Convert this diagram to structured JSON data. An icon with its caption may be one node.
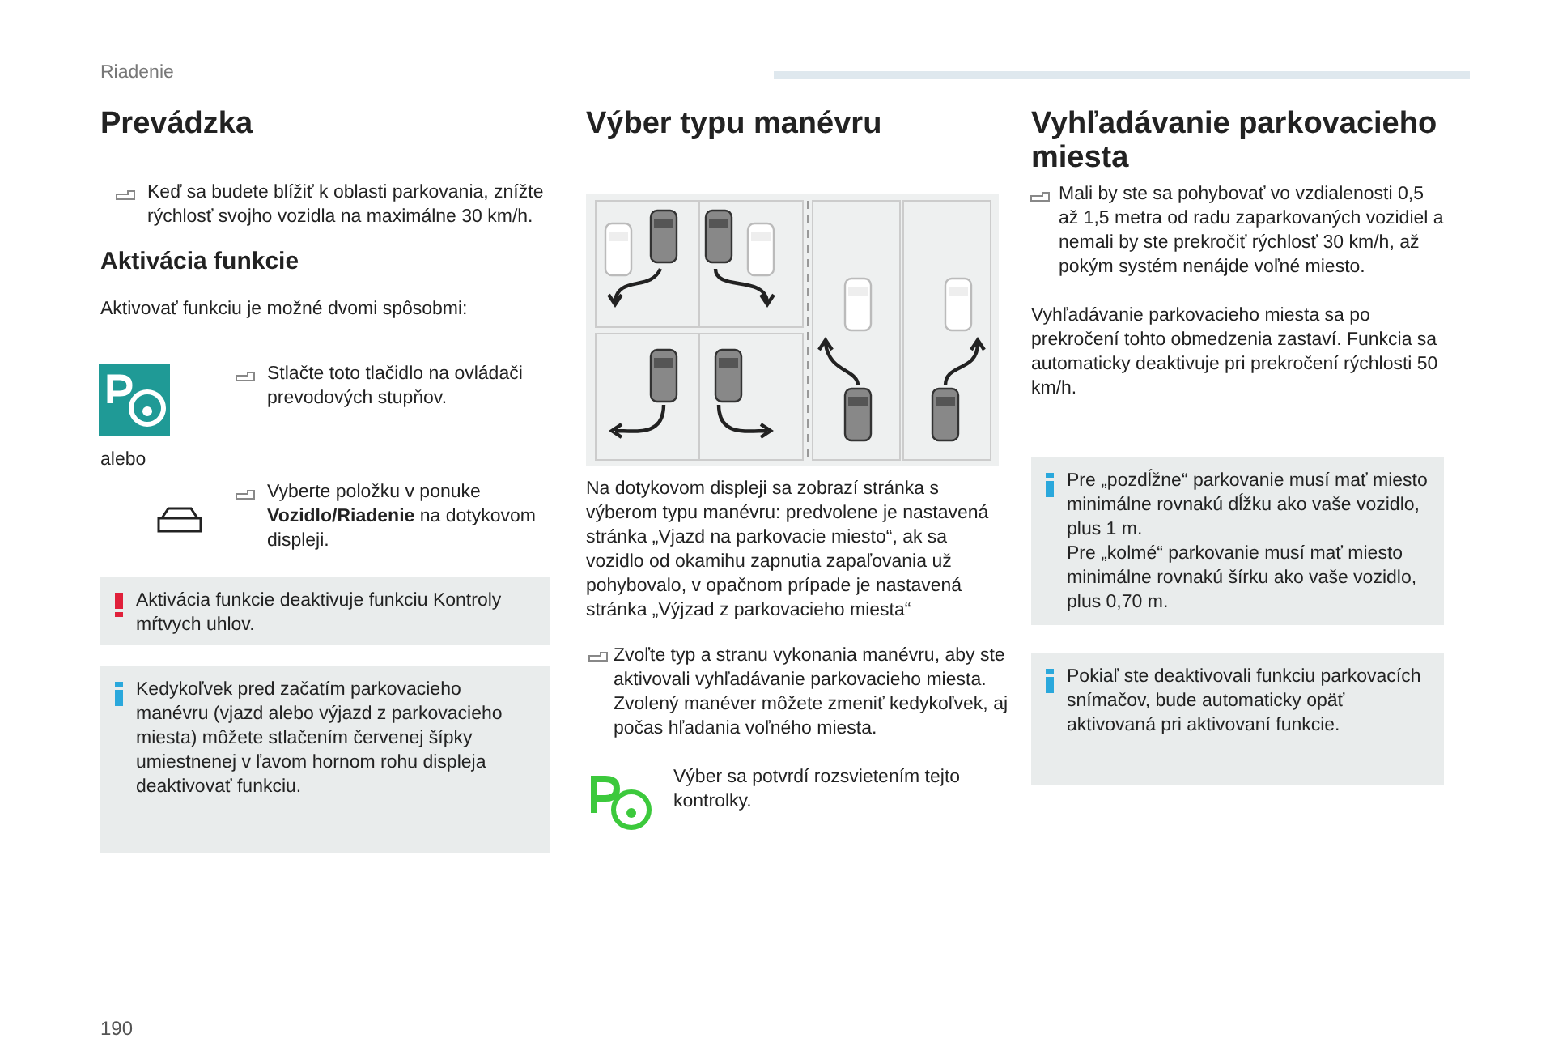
{
  "diagram": {
    "nodes": [
      {
        "text": [
          "Aktivácia funkcie deaktivuje funkciu Kontroly mŕtvych uhlov."
        ]
      },
      {
        "text": [
          "Kedykoľvek pred začatím parkovacieho manévru (vjazd alebo výjazd z parkovacieho miesta) môžete stlačením červenej šípky umiestnenej v ľavom hornom rohu displeja deaktivovať funkciu."
        ]
      },
      {
        "text": [
          "Pre „pozdĺžne“ parkovanie musí mať miesto minimálne rovnakú dĺžku ako vaše vozidlo, plus 1 m.",
          "Pre „kolmé“ parkovanie musí mať miesto minimálne rovnakú šírku ako vaše vozidlo, plus 0,70 m."
        ]
      },
      {
        "text": [
          "Pokiaľ ste deaktivovali funkciu parkovacích snímačov, bude automaticky opäť aktivovaná pri aktivovaní funkcie."
        ]
      }
    ],
    "labels": [
      "Riadenie",
      "Prevádzka",
      "Keď sa budete blížiť k oblasti parkovania, znížte rýchlosť svojho vozidla na maximálne 30 km/h.",
      "Aktivácia funkcie",
      "Aktivovať funkciu je možné dvomi spôsobmi:",
      "Stlačte toto tlačidlo na ovládači prevodových stupňov.",
      "alebo",
      "Vyberte položku v ponuke **Vozidlo/Riadenie** na dotykovom displeji.",
      "Výber typu manévru",
      "Na dotykovom displeji sa zobrazí stránka s výberom typu manévru: predvolene je nastavená stránka „Vjazd na parkovacie miesto“, ak sa vozidlo od okamihu zapnutia zapaľovania už pohybovalo, v opačnom prípade je nastavená stránka „Výjzad z parkovacieho miesta“",
      "Zvoľte typ a stranu vykonania manévru, aby ste aktivovali vyhľadávanie parkovacieho miesta.",
      "Zvolený manéver môžete zmeniť kedykoľvek, aj počas hľadania voľného miesta.",
      "Výber sa potvrdí rozsvietením tejto kontrolky.",
      "Vyhľadávanie parkovacieho miesta",
      "Mali by ste sa pohybovať vo vzdialenosti 0,5 až 1,5 metra od radu zaparkovaných vozidiel a nemali by ste prekročiť rýchlosť 30 km/h, až pokým systém nenájde voľné miesto.",
      "Vyhľadávanie parkovacieho miesta sa po prekročení tohto obmedzenia zastaví. Funkcia sa automaticky deaktivuje pri prekročení rýchlosti 50 km/h.",
      "190"
    ]
  }
}
